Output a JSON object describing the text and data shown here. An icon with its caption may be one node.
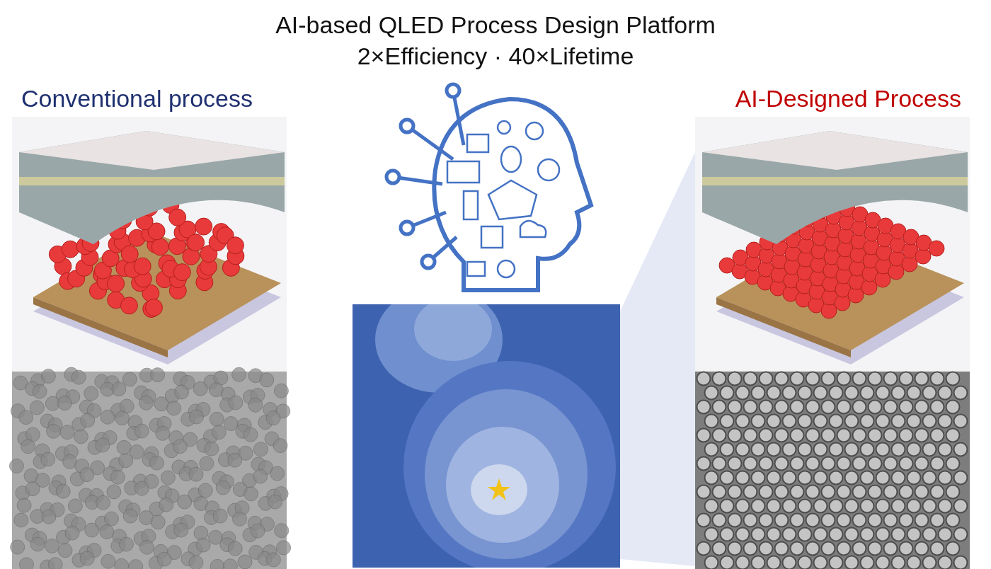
{
  "diagram": {
    "title": "AI-based QLED Process Design Platform",
    "labels": [
      "2×Efficiency · 40×Lifetime",
      "Conventional process",
      "AI-Designed Process"
    ]
  }
}
